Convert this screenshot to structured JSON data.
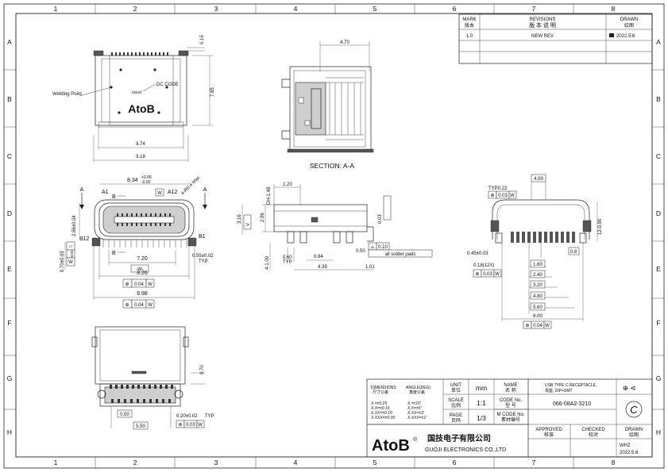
{
  "grid": {
    "cols": [
      "1",
      "2",
      "3",
      "4",
      "5",
      "6",
      "7",
      "8"
    ],
    "rows": [
      "A",
      "B",
      "C",
      "D",
      "E",
      "F",
      "G",
      "H"
    ]
  },
  "revisions": {
    "mark_en": "MARK",
    "mark_cn": "版本",
    "title_en": "REVISIONS",
    "title_cn": "版 本 说 明",
    "drawn_en": "DRAWN",
    "drawn_cn": "绘图",
    "row": {
      "mark": "1.0",
      "desc": "NEW REV",
      "drawn": "2022.5.6"
    }
  },
  "top_view": {
    "labels": {
      "welding": "Welding Point",
      "dc": "DC CODE",
      "xxxxx": "xxxxx",
      "logo": "AtoB"
    },
    "dims": {
      "d015": "0.15",
      "d785": "7.85",
      "d874": "8.74",
      "d918": "9.18"
    }
  },
  "section": {
    "title": "SECTION: A-A",
    "dims": {
      "d470": "4.70"
    }
  },
  "front_view": {
    "labels": {
      "a1": "A1",
      "a12": "A12",
      "b1": "B1",
      "b12": "B12",
      "a_l": "A",
      "a_r": "A",
      "b_t": "B",
      "b_b": "B",
      "w": "W"
    },
    "dims": {
      "d834": "8.34",
      "tol_p": "+0.06",
      "tol_m": "-0.02",
      "slot": "4-R0.4 Max",
      "d256": "2.56±0.04",
      "d070": "0.70±0.03",
      "tol002": "0.02",
      "ref_w": "W",
      "d720": "7.20",
      "d055": "0.55±0.02",
      "typ": "TYP",
      "ref_wb": "-W-",
      "d826": "8.26",
      "d004": "0.04",
      "d898": "8.98",
      "d004b": "0.04"
    }
  },
  "side_view": {
    "dims": {
      "d120": "1.20",
      "dh148": "DH-1.48",
      "d296": "2.96",
      "d316": "3.16",
      "ref_v": "V",
      "d003": "0.03",
      "d010": "0.10",
      "solder": "all solder pads",
      "d050": "0.50",
      "d060": "0.60",
      "typ": "TYP",
      "d084": "0.84",
      "d4100": "4-1.00",
      "d439": "4.39",
      "d101": "1.01"
    }
  },
  "footprint": {
    "dims": {
      "d400": "4.00",
      "typ022": "TYP0.22",
      "d003": "0.03",
      "w": "W",
      "d12090": "12-0.90",
      "d045": "0.45±0.03",
      "d018": "0.18(12X)",
      "d003b": "0.03",
      "d08": "0.8",
      "d160": "1.60",
      "d240": "2.40",
      "d320": "3.20",
      "d480": "4.80",
      "d560": "5.60",
      "d800": "8.00",
      "d004": "0.04"
    }
  },
  "bottom_view": {
    "dims": {
      "d070": "0.70",
      "d050": "0.50",
      "d550": "5.50",
      "d020": "0.20±0.02",
      "typ": "TYP",
      "d003": "0.03",
      "w": "W"
    }
  },
  "title_block": {
    "tol_head_en": "DIMENSIONS",
    "tol_head_cn": "尺寸公差",
    "ang_head_en": "ANGLE(DEG)",
    "ang_head_cn": "角度公差",
    "tols": [
      "X.=±0.25",
      "X.X=±0.15",
      "X.XX=±0.10",
      "X.XXX=±0.05"
    ],
    "angs": [
      "X.=±10'",
      "X.X=±5'",
      "X.XX=±3'",
      "X.XXX=±1'"
    ],
    "unit_en": "UNIT",
    "unit_cn": "单位",
    "unit_val": "mm",
    "name_en": "NAME",
    "name_cn": "名 称",
    "name_val": "USB TYPE C RECEPTACLE,",
    "name_sub": "母座, DIP+SMT",
    "scale_en": "SCALE",
    "scale_cn": "比例",
    "scale_val": "1:1",
    "code_en": "CODE No.",
    "code_cn": "型 号",
    "code_val": "066-08A2-3210",
    "page_en": "PAGE",
    "page_cn": "页码",
    "page_val": "1/3",
    "mcode_en": "M CODE No.",
    "mcode_cn": "素材编号",
    "approved_en": "APPROVED",
    "approved_cn": "核准",
    "checked_en": "CHECKED",
    "checked_cn": "校对",
    "drawn_en": "DRAWN",
    "drawn_cn": "绘图",
    "drawn_name": "WHZ",
    "drawn_date": "2022.5.6",
    "company_logo": "AtoB",
    "reg": "®",
    "company_cn": "国技电子有限公司",
    "company_en": "GUOJI ELECTRONICS CO.,LTD",
    "rev_mark": "C"
  }
}
